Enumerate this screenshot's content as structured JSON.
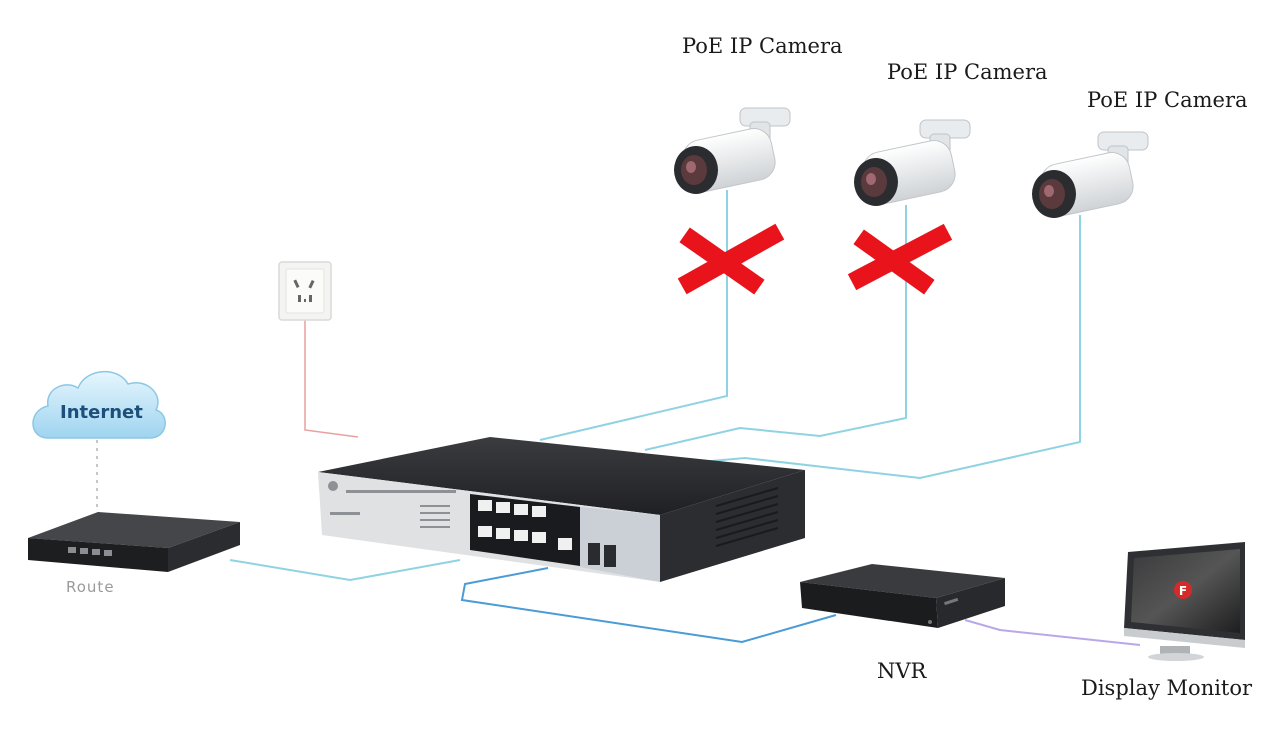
{
  "labels": {
    "camera_1": "PoE IP Camera",
    "camera_2": "PoE IP Camera",
    "camera_3": "PoE IP Camera",
    "internet": "Internet",
    "router": "Route",
    "nvr": "NVR",
    "monitor": "Display Monitor"
  },
  "colors": {
    "ethernet_cable": "#8fd3e2",
    "nvr_cable": "#4a9bd6",
    "power_cable": "#e8a0a0",
    "monitor_cable": "#b9a8e8",
    "fail_mark": "#e8131b",
    "cloud": "#bfe4f7",
    "device_dark": "#2a2b2e"
  },
  "icons": [
    "cloud-icon",
    "router-icon",
    "wall-socket-icon",
    "poe-switch-icon",
    "camera-icon",
    "fail-mark-icon",
    "nvr-icon",
    "monitor-icon"
  ]
}
